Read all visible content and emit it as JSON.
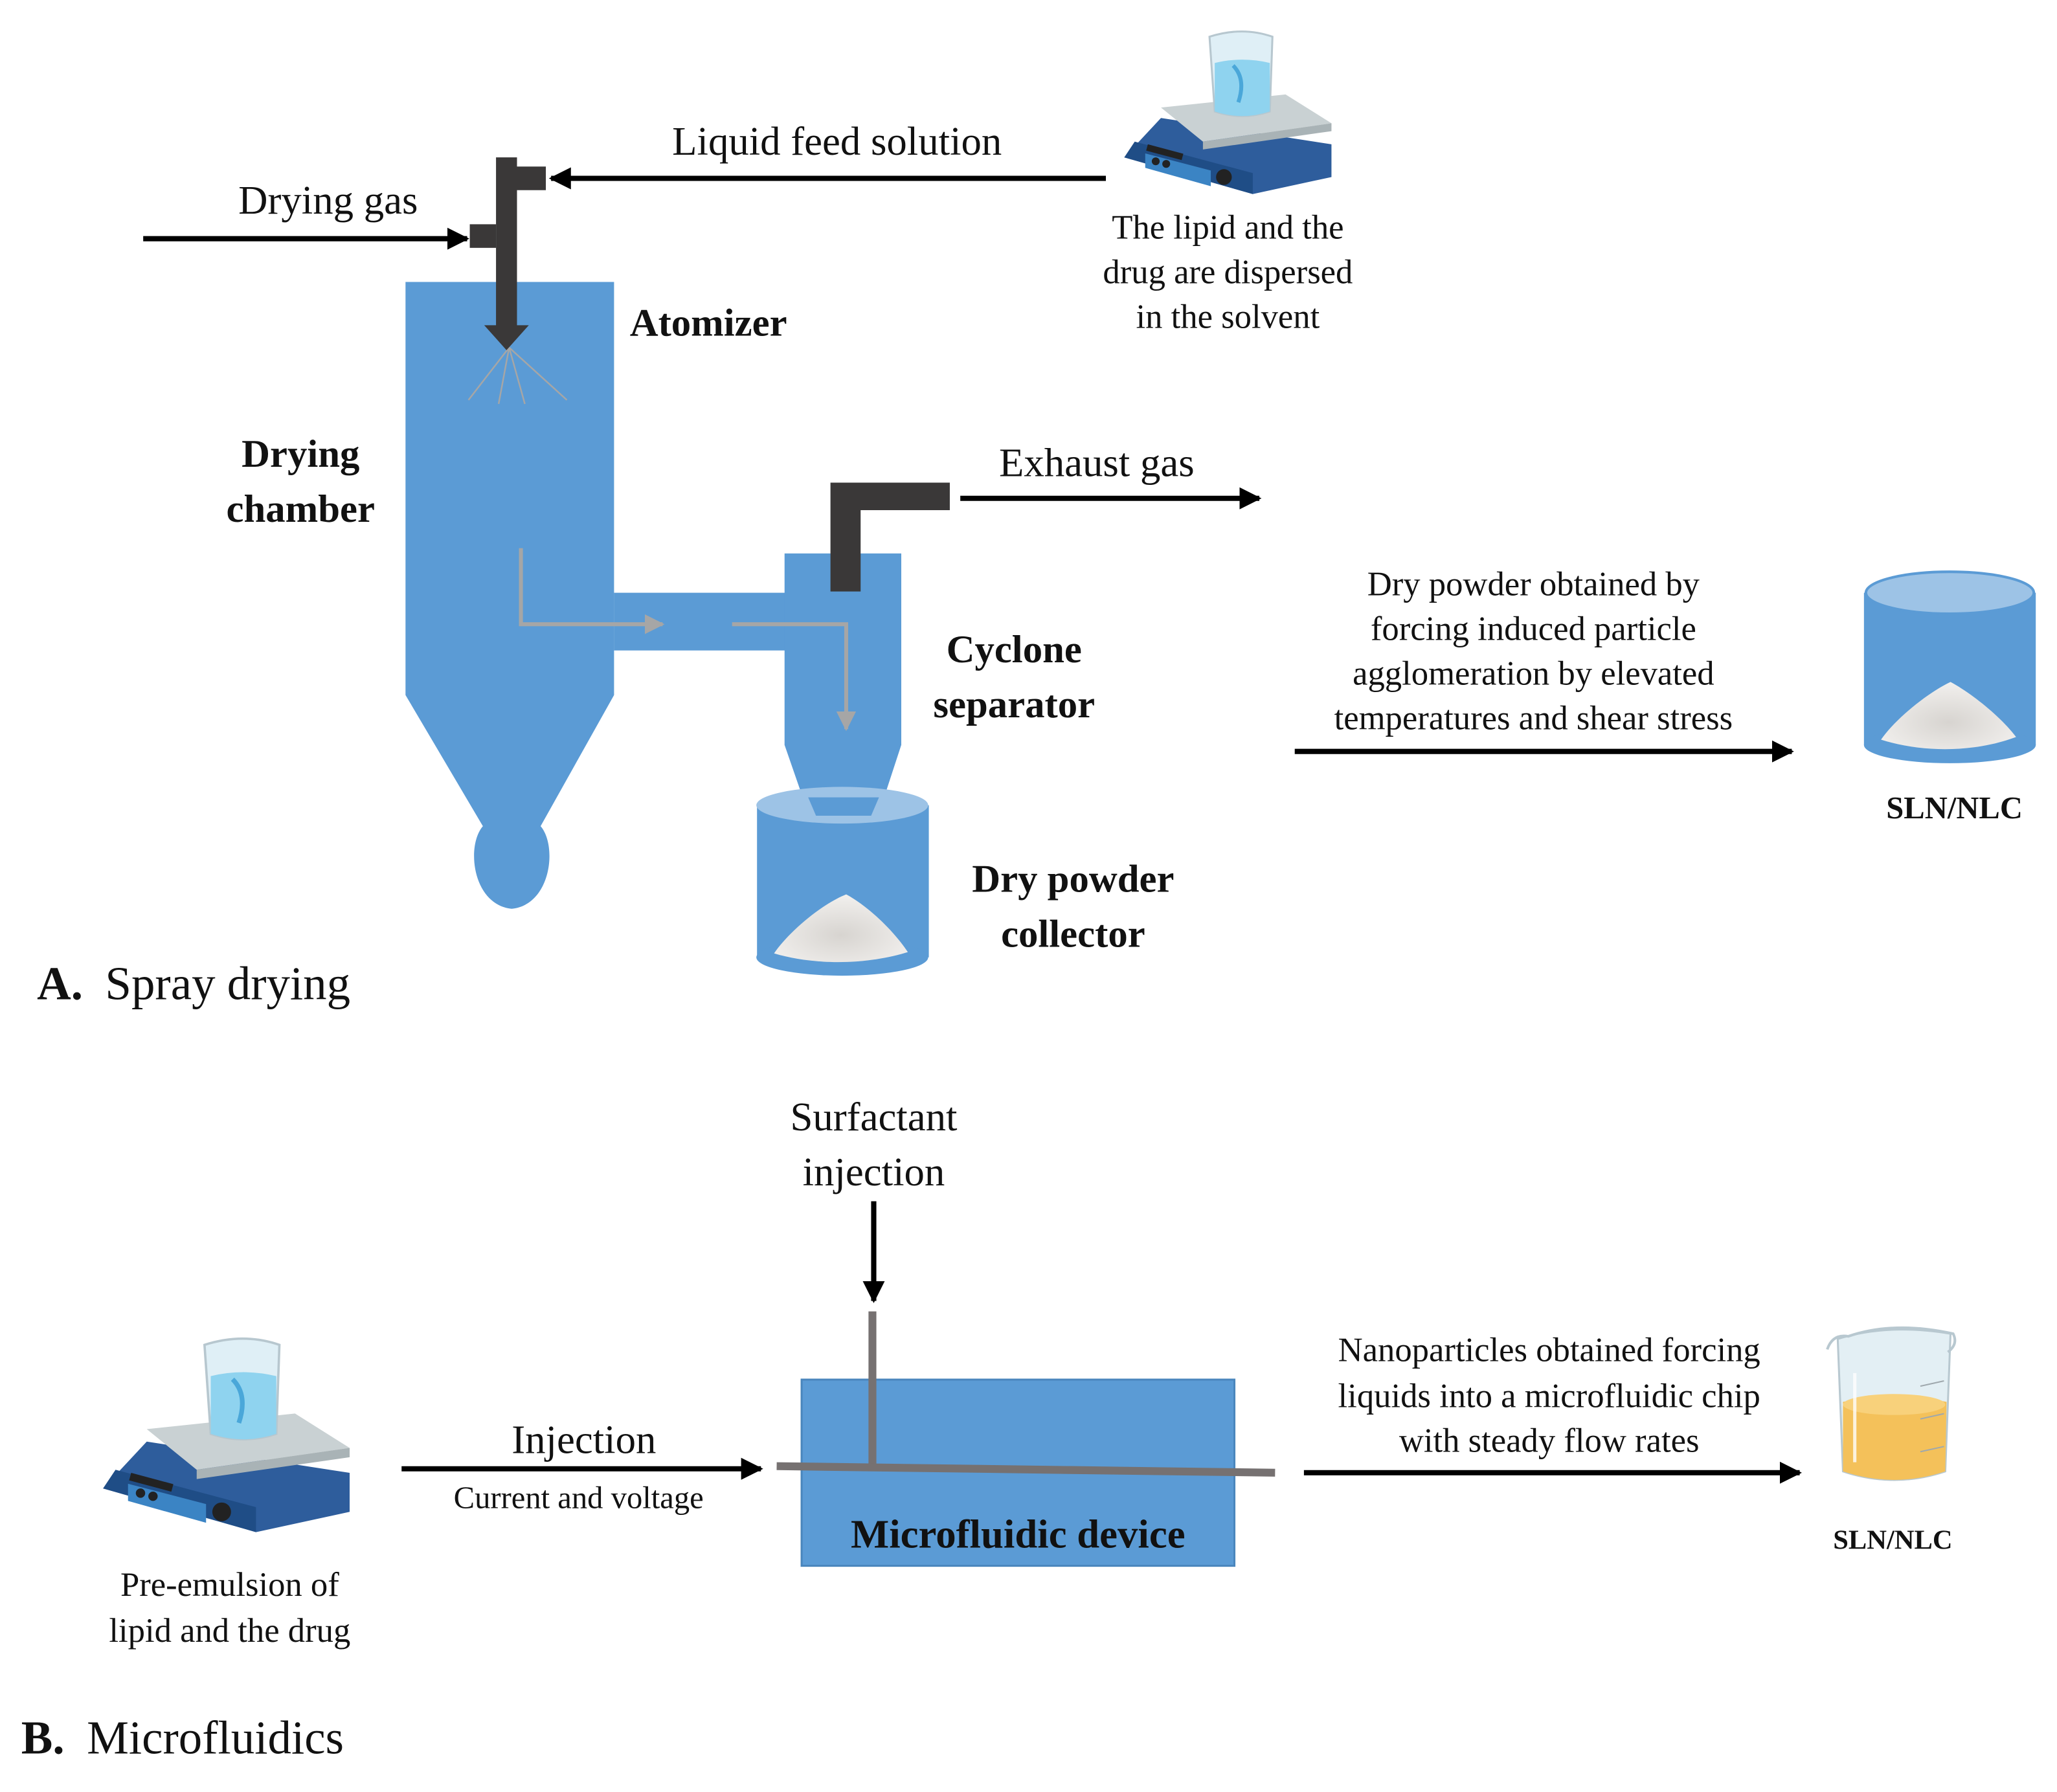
{
  "colors": {
    "vessel_blue": "#5b9bd5",
    "vessel_blue_light": "#9dc3e6",
    "pipe_dark": "#3a3838",
    "flow_gray": "#a6a6a6",
    "channel_gray": "#767171",
    "arrow_black": "#000000",
    "powder": "#e8e6e3",
    "liquid_yellow": "#f4c15a",
    "stirrer_blue": "#2e5d9c",
    "stirrer_plate": "#c9d1d3",
    "beaker_glass": "#dfeff6",
    "beaker_water": "#8fd3ef"
  },
  "panel_a": {
    "title_letter": "A.",
    "title_text": "Spray drying",
    "labels": {
      "drying_gas": "Drying gas",
      "liquid_feed": "Liquid feed solution",
      "atomizer": "Atomizer",
      "drying_chamber_line1": "Drying",
      "drying_chamber_line2": "chamber",
      "exhaust_gas": "Exhaust gas",
      "cyclone_line1": "Cyclone",
      "cyclone_line2": "separator",
      "collector_line1": "Dry powder",
      "collector_line2": "collector",
      "stirrer_caption": [
        "The lipid and the",
        "drug are dispersed",
        "in the solvent"
      ],
      "process_caption": [
        "Dry powder obtained by",
        "forcing induced particle",
        "agglomeration by elevated",
        "temperatures and shear stress"
      ],
      "product": "SLN/NLC"
    }
  },
  "panel_b": {
    "title_letter": "B.",
    "title_text": "Microfluidics",
    "labels": {
      "surfactant_line1": "Surfactant",
      "surfactant_line2": "injection",
      "injection": "Injection",
      "current_voltage": "Current and voltage",
      "device": "Microfluidic device",
      "stirrer_caption": [
        "Pre-emulsion of",
        "lipid and the drug"
      ],
      "process_caption": [
        "Nanoparticles obtained forcing",
        "liquids into a microfluidic chip",
        "with steady flow rates"
      ],
      "product": "SLN/NLC"
    }
  }
}
